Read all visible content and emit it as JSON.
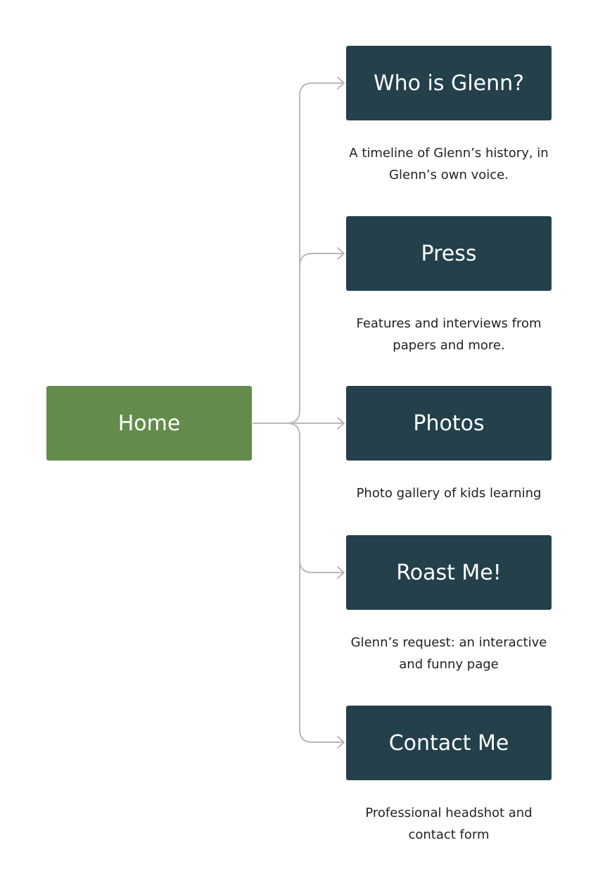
{
  "colors": {
    "home": "#638b4b",
    "page": "#23404b",
    "connector": "#b9b9b9",
    "node_text": "#ffffff",
    "description_text": "#222222"
  },
  "home": {
    "label": "Home"
  },
  "pages": [
    {
      "label": "Who is Glenn?",
      "description_lines": [
        "A timeline of Glenn’s history, in",
        "Glenn’s own voice."
      ]
    },
    {
      "label": "Press",
      "description_lines": [
        "Features and interviews from",
        "papers and more."
      ]
    },
    {
      "label": "Photos",
      "description_lines": [
        "Photo gallery of kids learning"
      ]
    },
    {
      "label": "Roast Me!",
      "description_lines": [
        "Glenn’s request: an interactive",
        "and funny page"
      ]
    },
    {
      "label": "Contact Me",
      "description_lines": [
        "Professional headshot and",
        "contact form"
      ]
    }
  ]
}
